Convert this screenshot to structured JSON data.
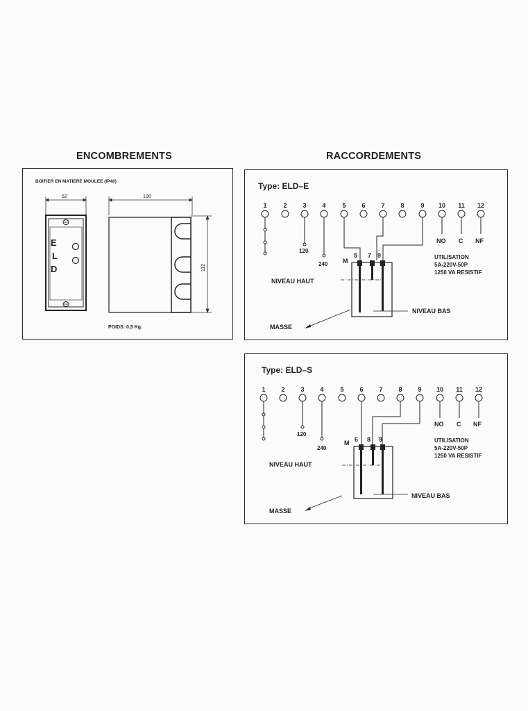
{
  "encombrements": {
    "heading": "ENCOMBREMENTS",
    "caption": "BOITIER EN MATIERE MOULEE (IP40)",
    "dim_front_width": "52",
    "dim_side_width": "106",
    "dim_height": "112",
    "front_letters": [
      "E",
      "L",
      "D"
    ],
    "weight": "POIDS: 0,5 Kg."
  },
  "raccordements": {
    "heading": "RACCORDEMENTS",
    "diagrams": [
      {
        "type_label": "Type:  ELD–E",
        "terminals": [
          "1",
          "2",
          "3",
          "4",
          "5",
          "6",
          "7",
          "8",
          "9",
          "10",
          "11",
          "12"
        ],
        "voltage_120": "120",
        "voltage_240": "240",
        "contacts": [
          "NO",
          "C",
          "NF"
        ],
        "m_label": "M",
        "probe_numbers": [
          "5",
          "7",
          "9"
        ],
        "niveau_haut": "NIVEAU  HAUT",
        "niveau_bas": "NIVEAU  BAS",
        "masse": "MASSE",
        "utilisation": [
          "UTILISATION",
          "5A-220V-50P",
          "1250 VA RESISTIF"
        ]
      },
      {
        "type_label": "Type:  ELD–S",
        "terminals": [
          "1",
          "2",
          "3",
          "4",
          "5",
          "6",
          "7",
          "8",
          "9",
          "10",
          "11",
          "12"
        ],
        "voltage_120": "120",
        "voltage_240": "240",
        "contacts": [
          "NO",
          "C",
          "NF"
        ],
        "m_label": "M",
        "probe_numbers": [
          "6",
          "8",
          "9"
        ],
        "niveau_haut": "NIVEAU  HAUT",
        "niveau_bas": "NIVEAU  BAS",
        "masse": "MASSE",
        "utilisation": [
          "UTILISATION",
          "5A-220V-50P",
          "1250 VA RESISTIF"
        ]
      }
    ]
  }
}
